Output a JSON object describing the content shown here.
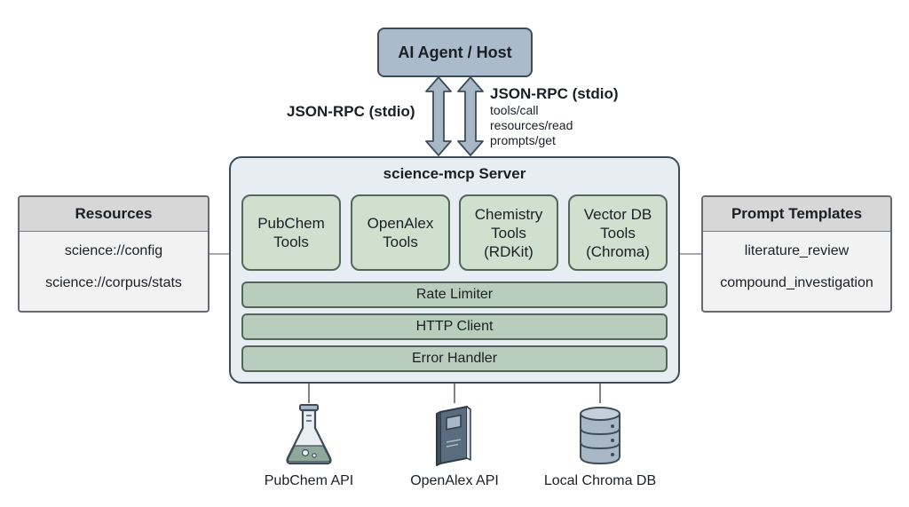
{
  "agent": {
    "label": "AI Agent / Host"
  },
  "rpc": {
    "left_label": "JSON-RPC (stdio)",
    "right_label": "JSON-RPC (stdio)",
    "methods": [
      "tools/call",
      "resources/read",
      "prompts/get"
    ]
  },
  "server": {
    "title": "science-mcp Server",
    "tools": [
      {
        "lines": [
          "PubChem",
          "Tools"
        ]
      },
      {
        "lines": [
          "OpenAlex",
          "Tools"
        ]
      },
      {
        "lines": [
          "Chemistry",
          "Tools",
          "(RDKit)"
        ]
      },
      {
        "lines": [
          "Vector DB",
          "Tools",
          "(Chroma)"
        ]
      }
    ],
    "layers": [
      "Rate Limiter",
      "HTTP Client",
      "Error Handler"
    ]
  },
  "resources": {
    "title": "Resources",
    "items": [
      "science://config",
      "science://corpus/stats"
    ]
  },
  "prompts": {
    "title": "Prompt Templates",
    "items": [
      "literature_review",
      "compound_investigation"
    ]
  },
  "dependencies": [
    {
      "label": "PubChem API",
      "icon": "flask-icon"
    },
    {
      "label": "OpenAlex API",
      "icon": "book-icon"
    },
    {
      "label": "Local Chroma DB",
      "icon": "database-icon"
    }
  ],
  "colors": {
    "agent": "#aabccb",
    "server": "#e6edf3",
    "tool": "#cfe0cf",
    "layer": "#b9cdbd",
    "panel_header": "#d7d7d7",
    "arrow": "#a9b8c6"
  }
}
